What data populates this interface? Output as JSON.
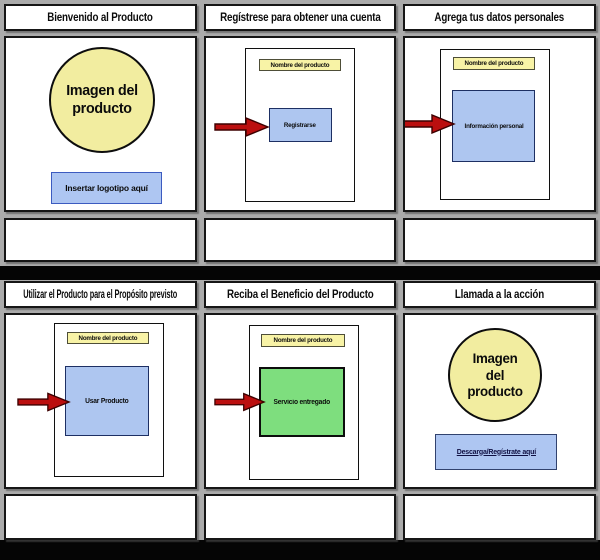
{
  "colors": {
    "background_gray": "#ababab",
    "divider_black": "#050505",
    "cell_white": "#ffffff",
    "circle_yellow": "#f2eda0",
    "header_yellow": "#f8f3a6",
    "action_blue": "#aec6f0",
    "benefit_green": "#7ede7e",
    "arrow_red": "#bb0f0f",
    "link_navy": "#101043"
  },
  "panels": [
    {
      "title": "Bienvenido al Producto",
      "circle_label": "Imagen del producto",
      "logo_box_label": "Insertar logotipo aquí"
    },
    {
      "title": "Regístrese para obtener una cuenta",
      "app_header": "Nombre del producto",
      "action_label": "Registrarse"
    },
    {
      "title": "Agrega tus datos personales",
      "app_header": "Nombre del producto",
      "action_label": "Información personal"
    },
    {
      "title": "Utilizar el Producto para el Propósito previsto",
      "app_header": "Nombre del producto",
      "action_label": "Usar Producto"
    },
    {
      "title": "Reciba el Beneficio del Producto",
      "app_header": "Nombre del producto",
      "action_label": "Servicio entregado"
    },
    {
      "title": "Llamada a la acción",
      "circle_label": "Imagen del producto",
      "cta_link_label": "Descarga/Regístrate aquí"
    }
  ]
}
